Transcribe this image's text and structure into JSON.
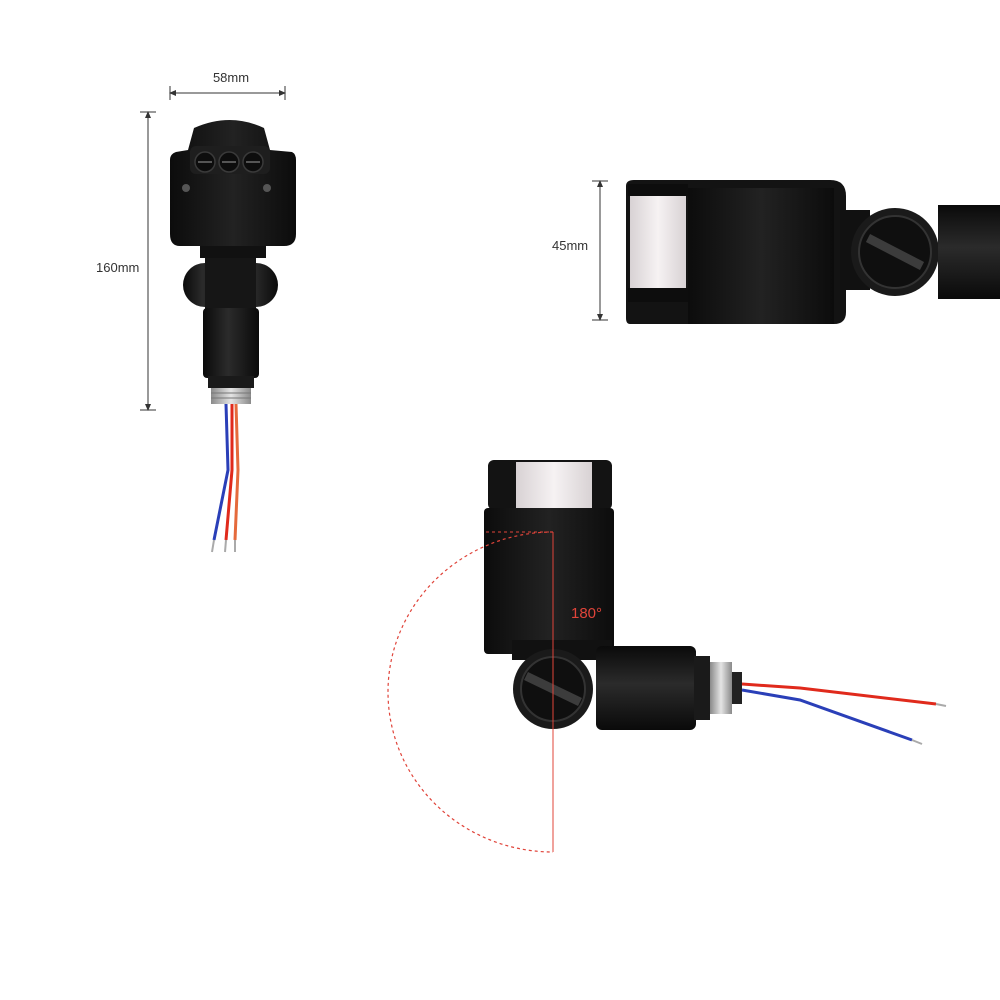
{
  "front_view": {
    "width_label": "58mm",
    "height_label": "160mm"
  },
  "side_view": {
    "height_label": "45mm"
  },
  "rotation_view": {
    "angle_label": "180°"
  },
  "colors": {
    "sensor_body": "#151515",
    "lens": "#e8e2e4",
    "wire_red": "#e02a1c",
    "wire_blue": "#2a3fb8",
    "arc_dotted": "#e0443a",
    "angle_label": "#e0443a"
  }
}
